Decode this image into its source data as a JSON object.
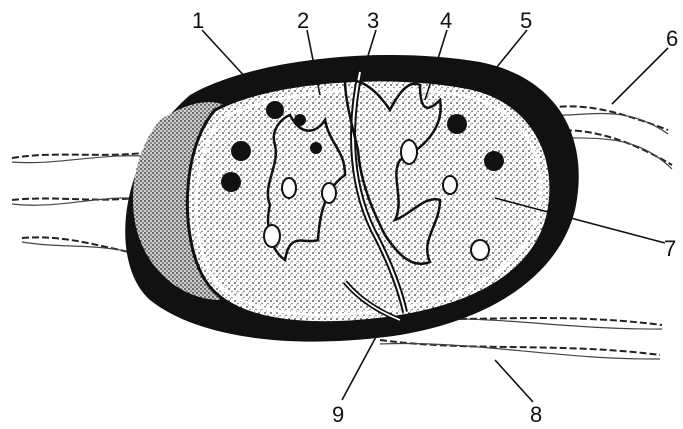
{
  "diagram": {
    "labels": [
      {
        "id": "1",
        "text": "1"
      },
      {
        "id": "2",
        "text": "2"
      },
      {
        "id": "3",
        "text": "3"
      },
      {
        "id": "4",
        "text": "4"
      },
      {
        "id": "5",
        "text": "5"
      },
      {
        "id": "6",
        "text": "6"
      },
      {
        "id": "7",
        "text": "7"
      },
      {
        "id": "8",
        "text": "8"
      },
      {
        "id": "9",
        "text": "9"
      }
    ],
    "colors": {
      "ink": "#111111",
      "paper": "#ffffff",
      "stipple": "#555555"
    }
  }
}
